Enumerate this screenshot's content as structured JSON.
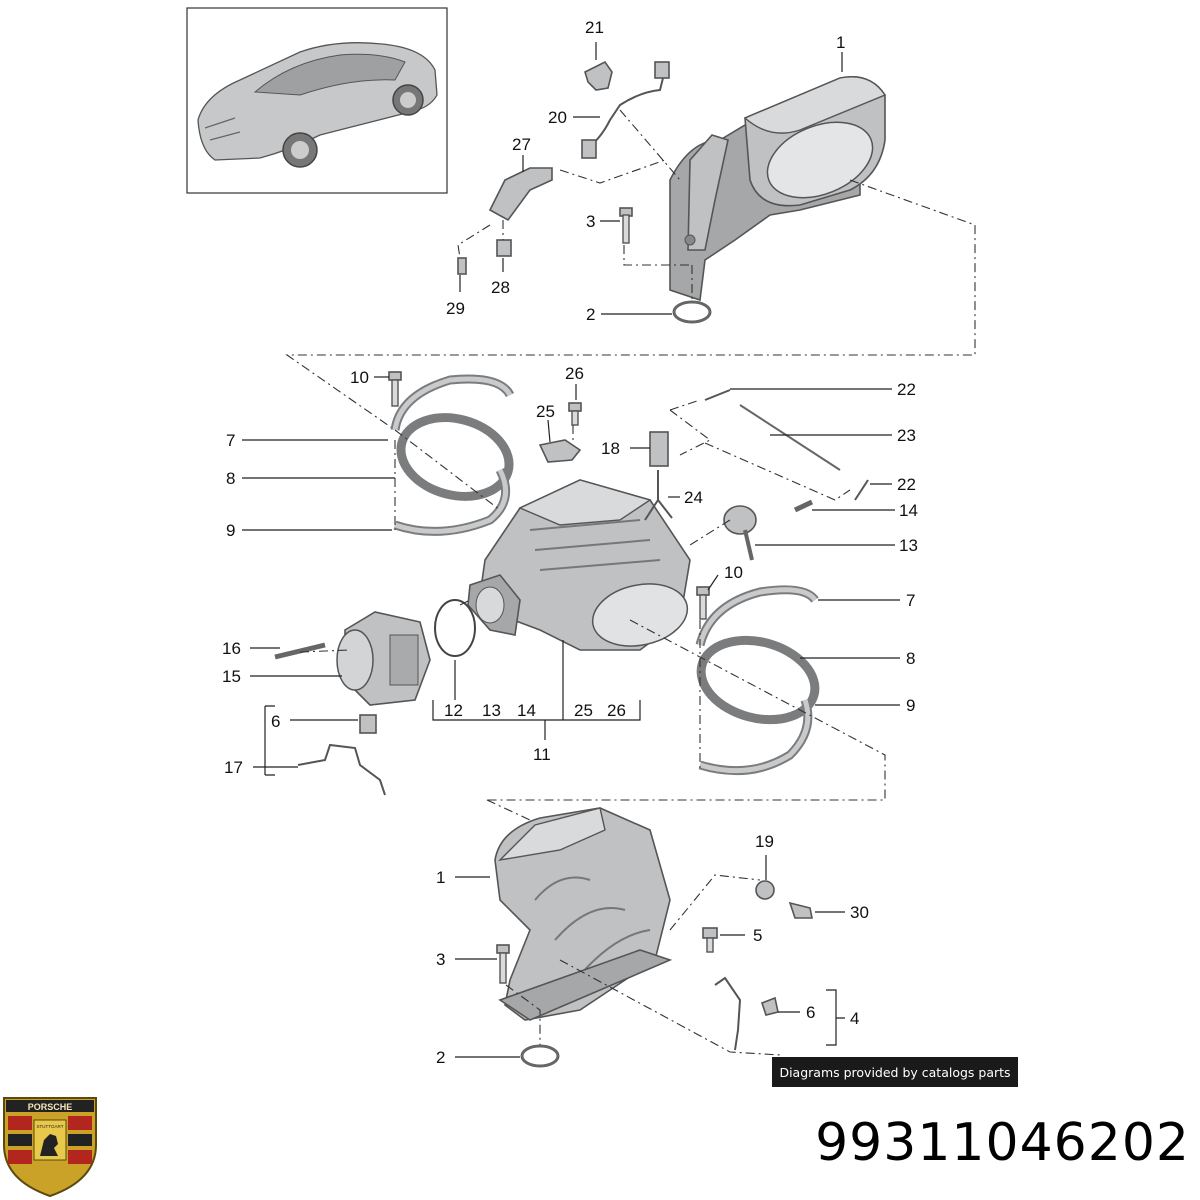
{
  "brand": {
    "logo_text": "PORSCHE",
    "crest_text": "STUTTGART"
  },
  "credit_text": "Diagrams provided by catalogs parts",
  "part_number": "99311046202",
  "callouts": {
    "c1_top": "1",
    "c21": "21",
    "c20": "20",
    "c27": "27",
    "c3_top": "3",
    "c29": "29",
    "c28": "28",
    "c2_top": "2",
    "c10_a": "10",
    "c26": "26",
    "c25": "25",
    "c22_a": "22",
    "c23": "23",
    "c18": "18",
    "c22_b": "22",
    "c24": "24",
    "c14": "14",
    "c13": "13",
    "c7_a": "7",
    "c8_a": "8",
    "c9_a": "9",
    "c10_b": "10",
    "c7_b": "7",
    "c8_b": "8",
    "c9_b": "9",
    "c16": "16",
    "c15": "15",
    "c12": "12",
    "c13_b": "13",
    "c14_b": "14",
    "c25_b": "25",
    "c26_b": "26",
    "c11": "11",
    "c6_a": "6",
    "c17": "17",
    "c1_bot": "1",
    "c19": "19",
    "c30": "30",
    "c5": "5",
    "c3_bot": "3",
    "c6_b": "6",
    "c4": "4",
    "c2_bot": "2"
  }
}
